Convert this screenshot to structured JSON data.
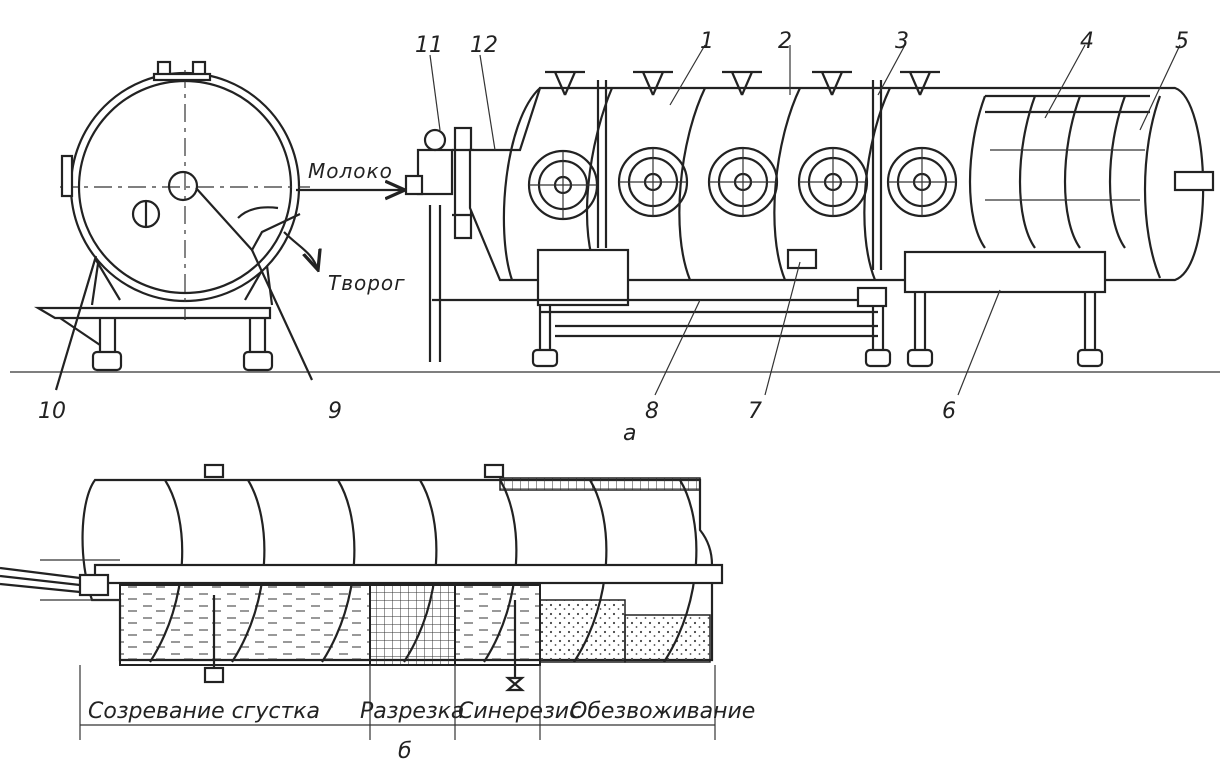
{
  "flow_labels": {
    "milk": "Молоко",
    "curd": "Творог"
  },
  "part_numbers": {
    "p1": "1",
    "p2": "2",
    "p3": "3",
    "p4": "4",
    "p5": "5",
    "p6": "6",
    "p7": "7",
    "p8": "8",
    "p9": "9",
    "p10": "10",
    "p11": "11",
    "p12": "12"
  },
  "captions": {
    "a": "а",
    "b": "б"
  },
  "stages": {
    "maturation": "Созревание сгустка",
    "cutting": "Разрезка",
    "syneresis": "Синерезис",
    "dewatering": "Обезвоживание"
  }
}
